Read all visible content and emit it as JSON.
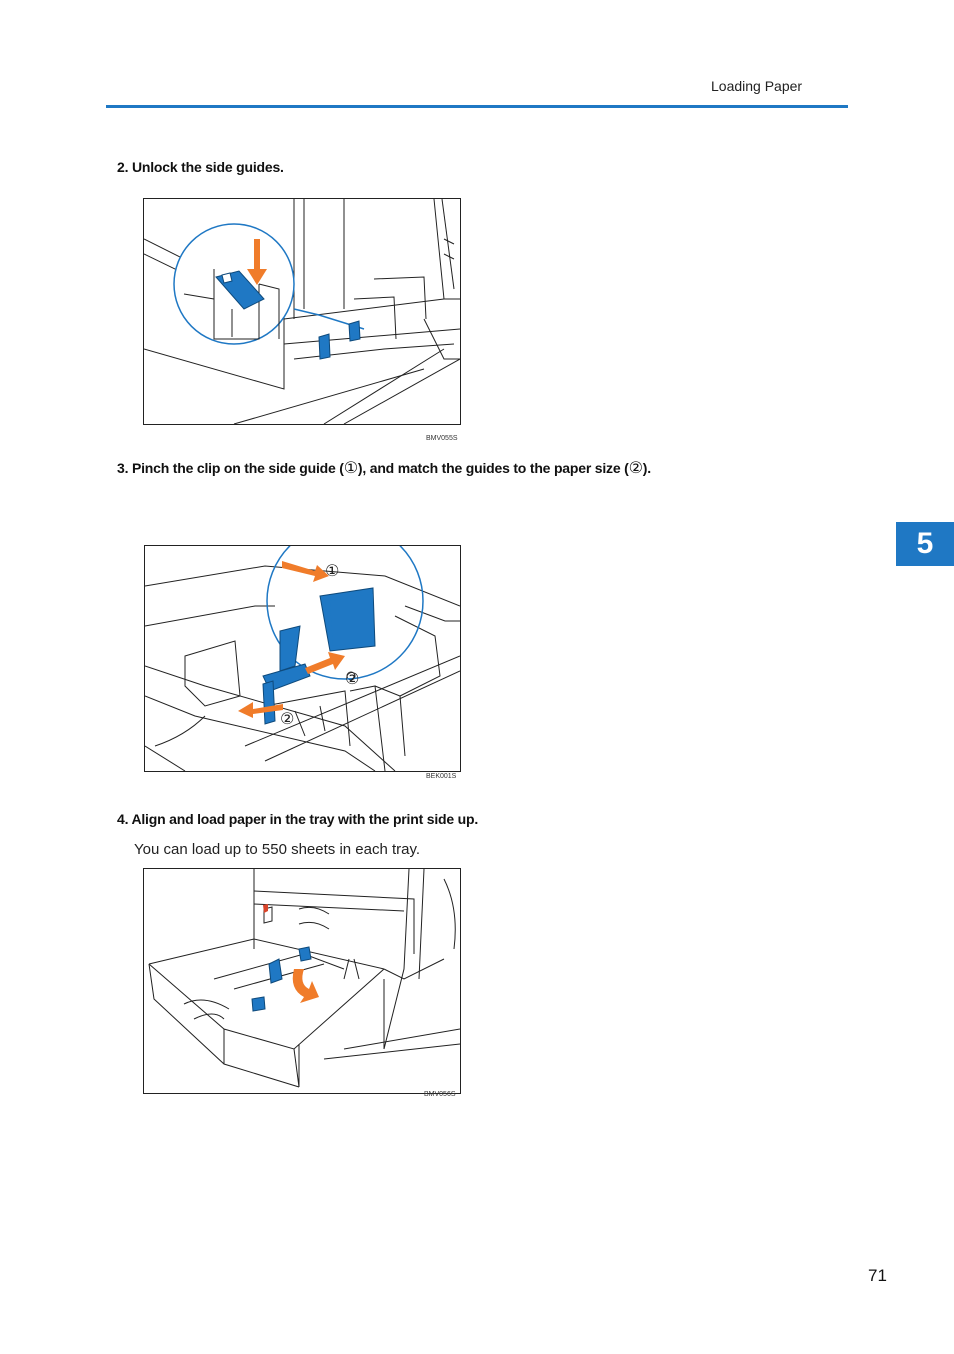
{
  "header": {
    "title": "Loading Paper"
  },
  "chapter_tab": {
    "label": "5"
  },
  "steps": [
    {
      "text": "2. Unlock the side guides."
    },
    {
      "text_a": "3. Pinch the clip on the side guide (",
      "marker_1": "①",
      "text_b": "), and match the guides to the paper size (",
      "marker_2": "②",
      "text_c": ")."
    },
    {
      "text": "4. Align and load paper in the tray with the print side up."
    }
  ],
  "body": {
    "note": "You can load up to 550 sheets in each tray."
  },
  "figures": [
    {
      "code": "BMV055S"
    },
    {
      "code": "BEK001S",
      "callouts": [
        "①",
        "②",
        "②"
      ]
    },
    {
      "code": "BMV056S"
    }
  ],
  "footer": {
    "page_number": "71"
  },
  "colors": {
    "accent": "#1f78c4",
    "arrow": "#f07c2a",
    "part": "#1f78c4"
  }
}
